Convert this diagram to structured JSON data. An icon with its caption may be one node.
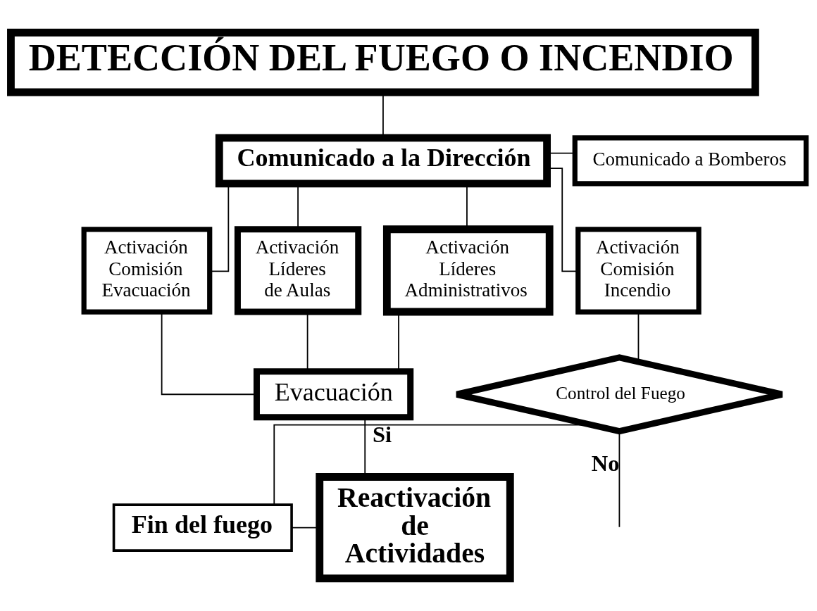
{
  "diagram": {
    "nodes": [
      {
        "text": [
          "DETECCIÓN DEL FUEGO O INCENDIO"
        ]
      },
      {
        "text": [
          "Comunicado a la Dirección"
        ]
      },
      {
        "text": [
          "Comunicado a Bomberos"
        ]
      },
      {
        "text": [
          "Activación Comisión Evacuación"
        ]
      },
      {
        "text": [
          "Activación Líderes de Aulas"
        ]
      },
      {
        "text": [
          "Activación Líderes Administrativos"
        ]
      },
      {
        "text": [
          "Activación Comisión Incendio"
        ]
      },
      {
        "text": [
          "Evacuación"
        ]
      },
      {
        "text": [
          "Control del Fuego"
        ]
      },
      {
        "text": [
          "Reactivación de Actividades"
        ]
      },
      {
        "text": [
          "Fin del fuego"
        ]
      }
    ],
    "edges": [
      {
        "from": 0,
        "to": 1,
        "arrow": "none"
      },
      {
        "from": 1,
        "to": 2,
        "arrow": "none"
      },
      {
        "from": 1,
        "to": 3,
        "arrow": "none"
      },
      {
        "from": 1,
        "to": 4,
        "arrow": "none"
      },
      {
        "from": 1,
        "to": 5,
        "arrow": "none"
      },
      {
        "from": 1,
        "to": 6,
        "arrow": "none"
      },
      {
        "from": 3,
        "to": 7,
        "arrow": "none"
      },
      {
        "from": 4,
        "to": 7,
        "arrow": "none"
      },
      {
        "from": 5,
        "to": 7,
        "arrow": "none"
      },
      {
        "from": 7,
        "to": 9,
        "arrow": "none"
      },
      {
        "from": 6,
        "to": 8,
        "arrow": "none"
      },
      {
        "from": 8,
        "to": null,
        "arrow": "none",
        "label": "No"
      },
      {
        "from": 8,
        "to": 10,
        "arrow": "none",
        "label": "Si"
      },
      {
        "from": 10,
        "to": 9,
        "arrow": "none"
      }
    ]
  }
}
